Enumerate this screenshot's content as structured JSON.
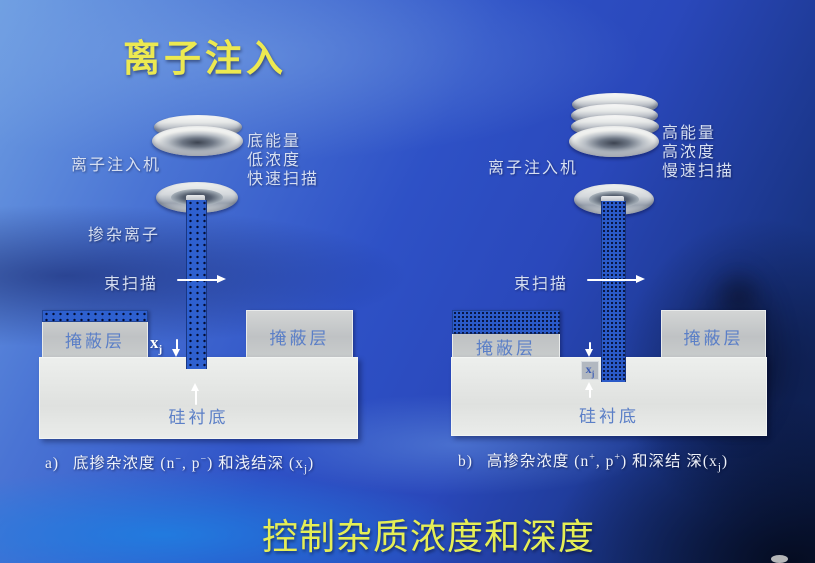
{
  "slide": {
    "title": "离子注入",
    "footer": "控制杂质浓度和深度",
    "colors": {
      "title_yellow": "#ece951",
      "footer_yellow": "#e5ee55",
      "diagram_label": "#d6dff2",
      "block_label": "#5b7fc7",
      "beam_blue": "#2e60cf"
    }
  },
  "diagram_a": {
    "machine_label": "离子注入机",
    "properties": [
      "底能量",
      "低浓度",
      "快速扫描"
    ],
    "ions_label": "掺杂离子",
    "scan_label": "束扫描",
    "mask_left": "掩蔽层",
    "mask_right": "掩蔽层",
    "substrate": "硅衬底",
    "xj_main": "x",
    "xj_sub": "j",
    "caption": {
      "prefix": "a)",
      "t1": "底掺杂浓度 (n",
      "s1": "−",
      "t2": ", p",
      "s2": "−",
      "t3": ") 和浅结深 (x",
      "sub": "j",
      "t4": ")"
    }
  },
  "diagram_b": {
    "machine_label": "离子注入机",
    "properties": [
      "高能量",
      "高浓度",
      "慢速扫描"
    ],
    "scan_label": "束扫描",
    "mask_left": "掩蔽层",
    "mask_right": "掩蔽层",
    "substrate": "硅衬底",
    "xj_main": "x",
    "xj_sub": "j",
    "caption": {
      "prefix": "b)",
      "t1": "高掺杂浓度 (n",
      "s1": "+",
      "t2": ", p",
      "s2": "+",
      "t3": ") 和深结 深(x",
      "sub": "j",
      "t4": ")"
    }
  }
}
